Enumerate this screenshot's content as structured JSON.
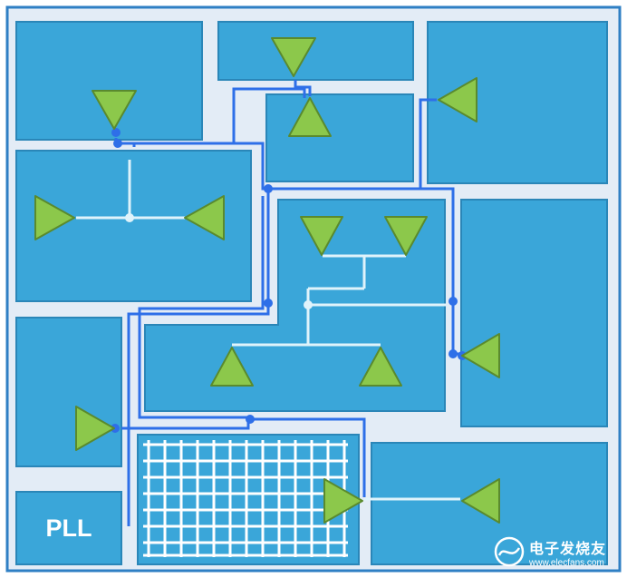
{
  "blocks": {
    "pll_label": "PLL"
  },
  "watermark": {
    "text_cn": "电子发烧友",
    "url": "www.elecfans.com",
    "icon": "elecfans-logo-icon"
  },
  "colors": {
    "chip_background": "#e3ecf6",
    "chip_border": "#2f7fc4",
    "block_fill": "#3aa6d9",
    "block_border": "#2a86b8",
    "buffer_fill": "#8cc84b",
    "buffer_stroke": "#5a8a2e",
    "clock_route": "#2e6fe8",
    "local_tree": "#dff3fb"
  }
}
